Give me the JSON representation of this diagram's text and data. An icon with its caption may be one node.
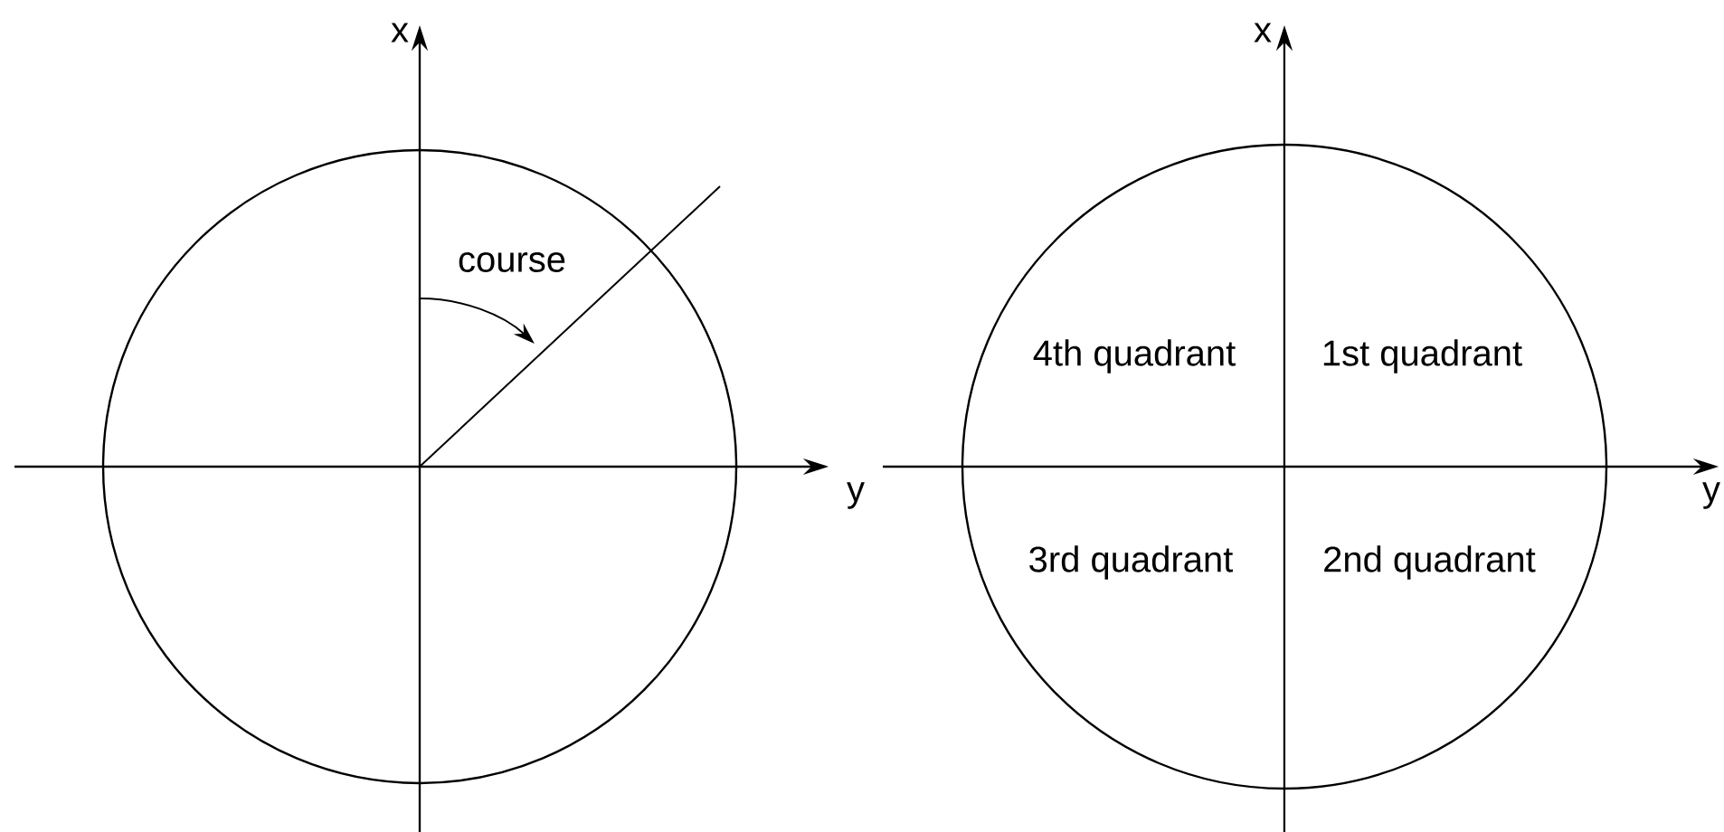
{
  "diagram": {
    "labels": [
      "x",
      "course",
      "y",
      "x",
      "4th quadrant",
      "1st quadrant",
      "3rd quadrant",
      "2nd quadrant",
      "y"
    ]
  }
}
